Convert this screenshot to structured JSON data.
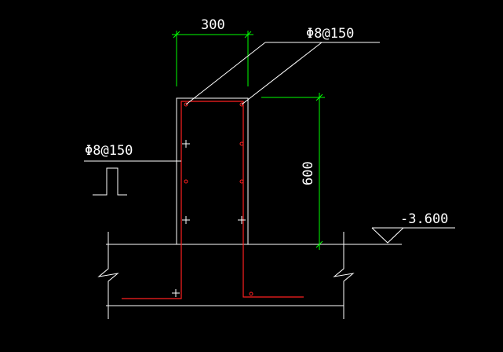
{
  "colors": {
    "background": "#000000",
    "outline": "#ffffff",
    "dimension": "#00ff00",
    "rebar": "#ff2020"
  },
  "labels": {
    "top_width": "300",
    "top_rebar": "Φ8@150",
    "side_rebar": "Φ8@150",
    "height": "600",
    "elevation": "-3.600"
  }
}
